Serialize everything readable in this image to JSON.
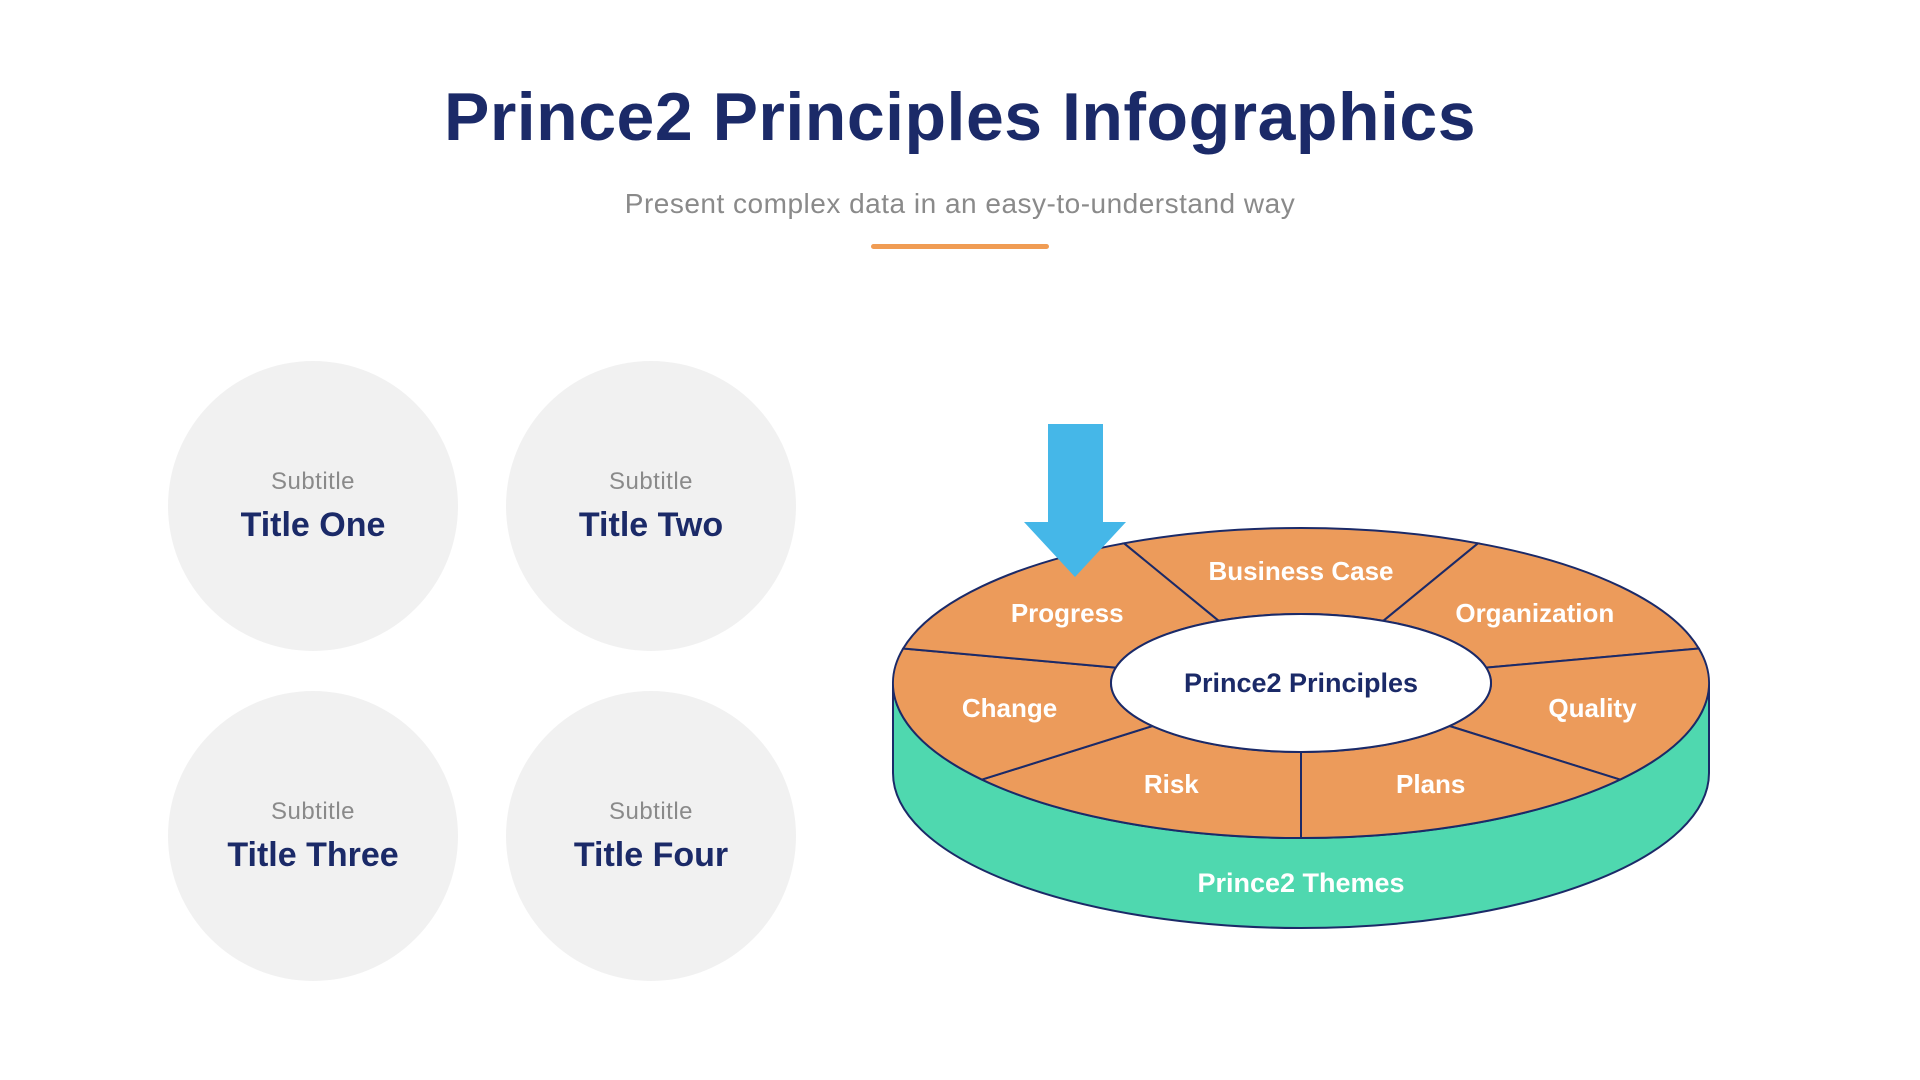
{
  "header": {
    "title": "Prince2 Principles Infographics",
    "subtitle": "Present complex data in an easy-to-understand way"
  },
  "cards": [
    {
      "subtitle": "Subtitle",
      "title": "Title One"
    },
    {
      "subtitle": "Subtitle",
      "title": "Title Two"
    },
    {
      "subtitle": "Subtitle",
      "title": "Title Three"
    },
    {
      "subtitle": "Subtitle",
      "title": "Title Four"
    }
  ],
  "diagram": {
    "center_label": "Prince2 Principles",
    "base_label": "Prince2 Themes",
    "segments": [
      "Business Case",
      "Organization",
      "Quality",
      "Plans",
      "Risk",
      "Change",
      "Progress"
    ],
    "arrow_points_to": "Progress",
    "colors": {
      "segment_fill": "#EC9B5B",
      "base_fill": "#4FD8AF",
      "outline": "#1b2a68",
      "arrow": "#45B7E8",
      "accent": "#F09C54",
      "card_fill": "#F1F1F1",
      "muted_text": "#8a8a8a",
      "label_text": "#ffffff"
    }
  }
}
